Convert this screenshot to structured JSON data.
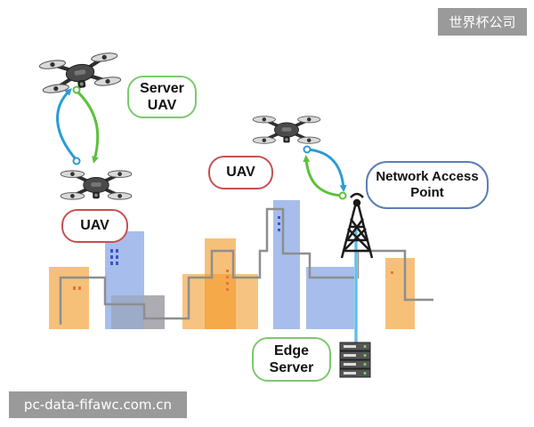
{
  "labels": {
    "server_uav": "Server UAV",
    "uav_left": "UAV",
    "uav_middle": "UAV",
    "network_access_point": "Network Access Point",
    "edge_server": "Edge Server"
  },
  "watermarks": {
    "top_right": "世界杯公司",
    "bottom_left": "pc-data-fifawc.com.cn"
  },
  "colors": {
    "building_orange": "#f6b96a",
    "building_blue": "#9db6ea",
    "wire_gray": "#8e8e8e",
    "arrow_blue": "#2a9bd8",
    "arrow_green": "#5cc13b",
    "box_green": "#7cc96e",
    "box_red": "#c85050",
    "box_blue": "#5a7fb5",
    "link_cyan": "#8fd3ef"
  },
  "icons": [
    "drone-icon",
    "cell-tower-icon",
    "server-rack-icon"
  ]
}
